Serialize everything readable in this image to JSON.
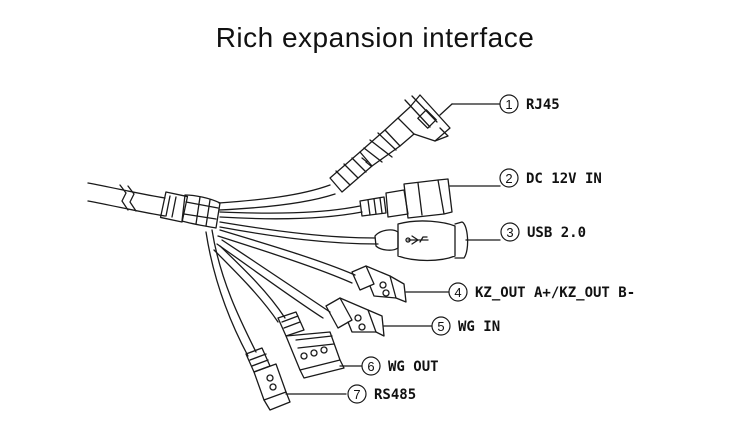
{
  "title": "Rich expansion interface",
  "callouts": [
    {
      "num": "1",
      "label": "RJ45"
    },
    {
      "num": "2",
      "label": "DC 12V IN"
    },
    {
      "num": "3",
      "label": "USB 2.0"
    },
    {
      "num": "4",
      "label": "KZ_OUT A+/KZ_OUT B-"
    },
    {
      "num": "5",
      "label": "WG IN"
    },
    {
      "num": "6",
      "label": "WG OUT"
    },
    {
      "num": "7",
      "label": "RS485"
    }
  ],
  "colors": {
    "line": "#1a1a1a",
    "background": "#ffffff"
  }
}
